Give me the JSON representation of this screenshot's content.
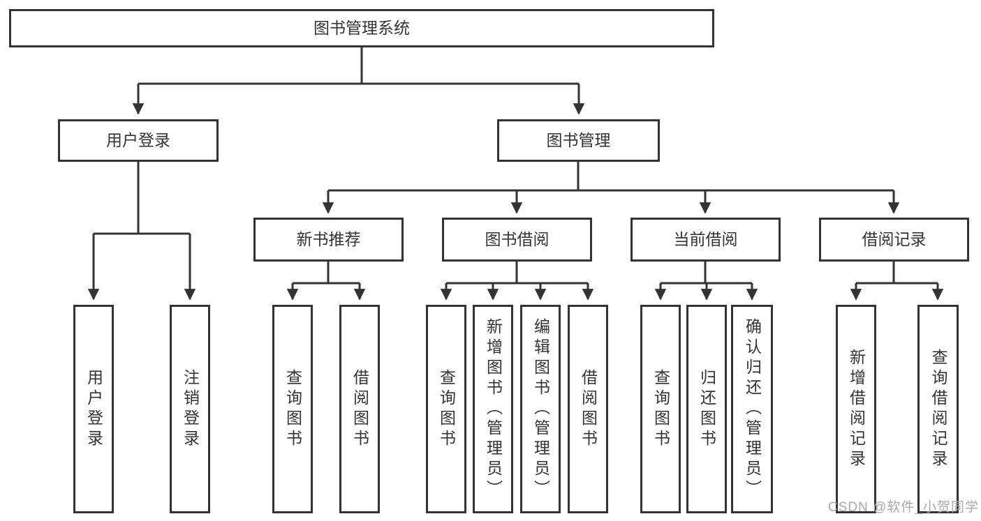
{
  "diagram": {
    "title": "图书管理系统",
    "nodes": {
      "root": {
        "label": "图书管理系统"
      },
      "user_login": {
        "label": "用户登录"
      },
      "book_mgmt": {
        "label": "图书管理"
      },
      "new_book": {
        "label": "新书推荐"
      },
      "book_borrow": {
        "label": "图书借阅"
      },
      "current_borrow": {
        "label": "当前借阅"
      },
      "borrow_record": {
        "label": "借阅记录"
      },
      "login_leaf": {
        "label": "用户登录"
      },
      "logout_leaf": {
        "label": "注销登录"
      },
      "nb_query": {
        "label": "查询图书"
      },
      "nb_borrow": {
        "label": "借阅图书"
      },
      "bb_query": {
        "label": "查询图书"
      },
      "bb_add": {
        "label": "新增图书（管理员）"
      },
      "bb_edit": {
        "label": "编辑图书（管理员）"
      },
      "bb_borrow": {
        "label": "借阅图书"
      },
      "cb_query": {
        "label": "查询图书"
      },
      "cb_return": {
        "label": "归还图书"
      },
      "cb_confirm": {
        "label": "确认归还（管理员）"
      },
      "br_add": {
        "label": "新增借阅记录"
      },
      "br_query": {
        "label": "查询借阅记录"
      }
    },
    "edges": [
      [
        "root",
        "user_login"
      ],
      [
        "root",
        "book_mgmt"
      ],
      [
        "user_login",
        "login_leaf"
      ],
      [
        "user_login",
        "logout_leaf"
      ],
      [
        "book_mgmt",
        "new_book"
      ],
      [
        "book_mgmt",
        "book_borrow"
      ],
      [
        "book_mgmt",
        "current_borrow"
      ],
      [
        "book_mgmt",
        "borrow_record"
      ],
      [
        "new_book",
        "nb_query"
      ],
      [
        "new_book",
        "nb_borrow"
      ],
      [
        "book_borrow",
        "bb_query"
      ],
      [
        "book_borrow",
        "bb_add"
      ],
      [
        "book_borrow",
        "bb_edit"
      ],
      [
        "book_borrow",
        "bb_borrow"
      ],
      [
        "current_borrow",
        "cb_query"
      ],
      [
        "current_borrow",
        "cb_return"
      ],
      [
        "current_borrow",
        "cb_confirm"
      ],
      [
        "borrow_record",
        "br_add"
      ],
      [
        "borrow_record",
        "br_query"
      ]
    ],
    "colors": {
      "line": "#333333",
      "box_border": "#333333",
      "text": "#333333",
      "background": "#ffffff",
      "watermark": "#a9a9a9"
    }
  },
  "watermark": {
    "text": "CSDN @软件_小贺同学"
  }
}
